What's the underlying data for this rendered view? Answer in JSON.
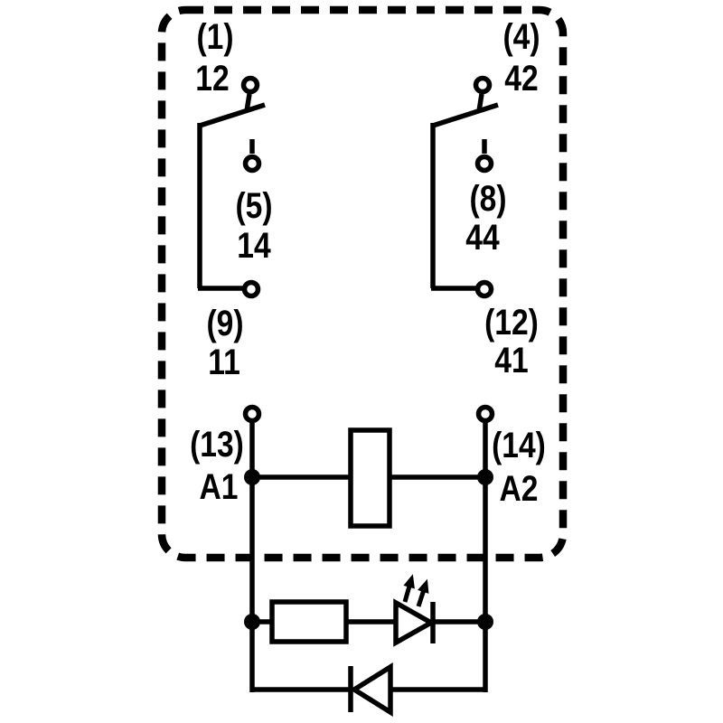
{
  "diagram": {
    "kind": "relay-wiring-schematic",
    "colors": {
      "line": "#000000",
      "background": "#ffffff"
    },
    "symbols": {
      "outline": "dashed-relay-outline",
      "coil": "coil-rectangle",
      "resistor": "resistor-box",
      "led": "led-with-emission-arrows",
      "diode": "freewheeling-diode"
    },
    "poles": {
      "left": {
        "nc_paren": "(1)",
        "nc": "12",
        "no_paren": "(5)",
        "no": "14",
        "com_paren": "(9)",
        "com": "11"
      },
      "right": {
        "nc_paren": "(4)",
        "nc": "42",
        "no_paren": "(8)",
        "no": "44",
        "com_paren": "(12)",
        "com": "41"
      }
    },
    "coil": {
      "a1_paren": "(13)",
      "a1": "A1",
      "a2_paren": "(14)",
      "a2": "A2"
    }
  }
}
